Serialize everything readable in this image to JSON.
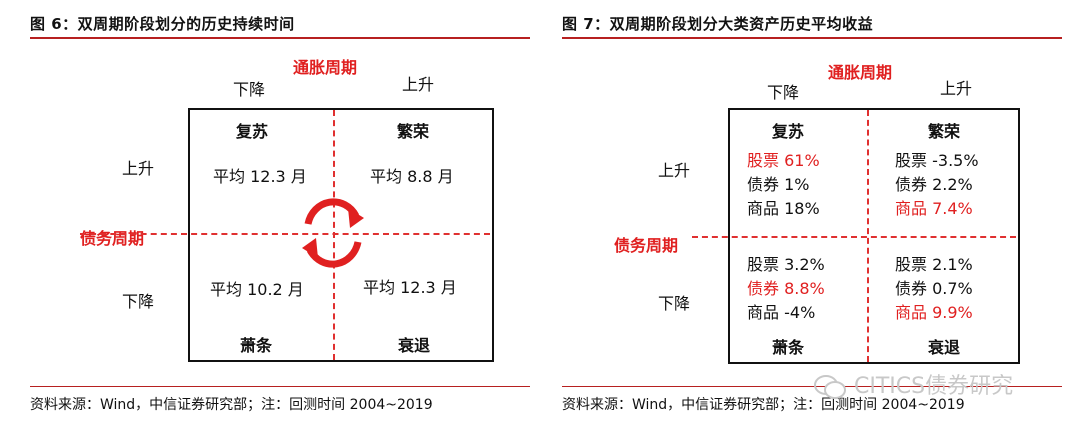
{
  "fig6": {
    "title": "图 6：双周期阶段划分的历史持续时间",
    "axis_top": "通胀周期",
    "axis_left": "债务周期",
    "top_down": "下降",
    "top_up": "上升",
    "left_up": "上升",
    "left_down": "下降",
    "q_tl_title": "复苏",
    "q_tl_value": "平均 12.3 月",
    "q_tr_title": "繁荣",
    "q_tr_value": "平均 8.8 月",
    "q_bl_value": "平均 10.2 月",
    "q_bl_title": "萧条",
    "q_br_value": "平均 12.3 月",
    "q_br_title": "衰退",
    "source": "资料来源：Wind，中信证券研究部；注：回测时间 2004~2019"
  },
  "fig7": {
    "title": "图 7：双周期阶段划分大类资产历史平均收益",
    "axis_top": "通胀周期",
    "axis_left": "债务周期",
    "top_down": "下降",
    "top_up": "上升",
    "left_up": "上升",
    "left_down": "下降",
    "q_tl": {
      "title": "复苏",
      "rows": [
        {
          "asset": "股票",
          "value": "61%",
          "highlight": true
        },
        {
          "asset": "债券",
          "value": "1%",
          "highlight": false
        },
        {
          "asset": "商品",
          "value": "18%",
          "highlight": false
        }
      ]
    },
    "q_tr": {
      "title": "繁荣",
      "rows": [
        {
          "asset": "股票",
          "value": "-3.5%",
          "highlight": false
        },
        {
          "asset": "债券",
          "value": "2.2%",
          "highlight": false
        },
        {
          "asset": "商品",
          "value": "7.4%",
          "highlight": true
        }
      ]
    },
    "q_bl": {
      "title": "萧条",
      "rows": [
        {
          "asset": "股票",
          "value": "3.2%",
          "highlight": false
        },
        {
          "asset": "债券",
          "value": "8.8%",
          "highlight": true
        },
        {
          "asset": "商品",
          "value": "-4%",
          "highlight": false
        }
      ]
    },
    "q_br": {
      "title": "衰退",
      "rows": [
        {
          "asset": "股票",
          "value": "2.1%",
          "highlight": false
        },
        {
          "asset": "债券",
          "value": "0.7%",
          "highlight": false
        },
        {
          "asset": "商品",
          "value": "9.9%",
          "highlight": true
        }
      ]
    },
    "source": "资料来源：Wind，中信证券研究部；注：回测时间 2004~2019"
  },
  "watermark": "CITICS债券研究",
  "colors": {
    "accent": "#e02020",
    "rule": "#b72020"
  }
}
